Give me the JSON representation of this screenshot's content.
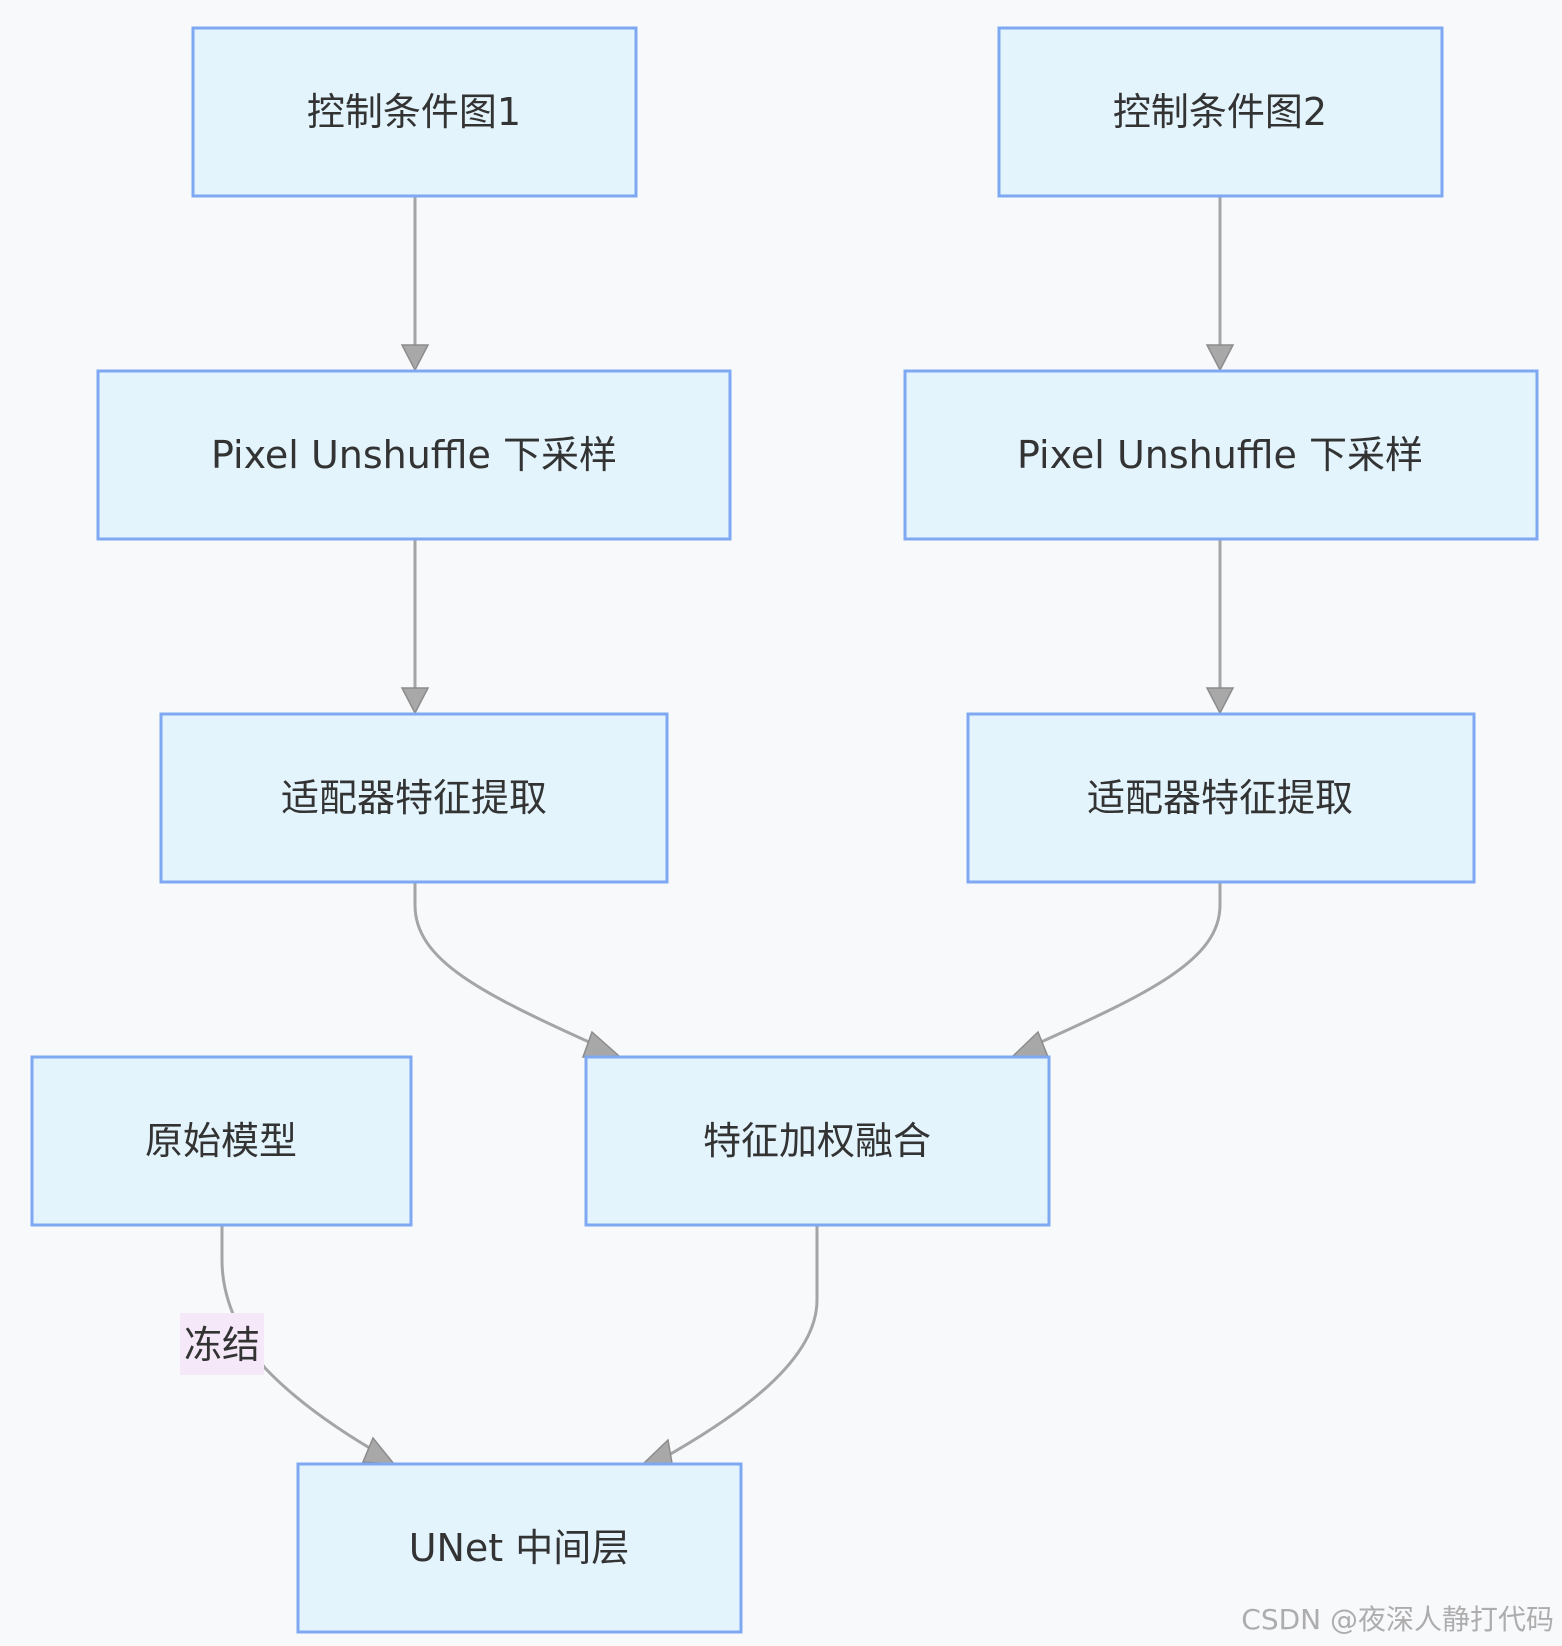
{
  "nodes": {
    "control1": "控制条件图1",
    "control2": "控制条件图2",
    "unshuffle1": "Pixel Unshuffle 下采样",
    "unshuffle2": "Pixel Unshuffle 下采样",
    "adapter1": "适配器特征提取",
    "adapter2": "适配器特征提取",
    "original": "原始模型",
    "fusion": "特征加权融合",
    "unet": "UNet 中间层"
  },
  "edge_labels": {
    "freeze": "冻结"
  },
  "edges": [
    {
      "from": "control1",
      "to": "unshuffle1"
    },
    {
      "from": "control2",
      "to": "unshuffle2"
    },
    {
      "from": "unshuffle1",
      "to": "adapter1"
    },
    {
      "from": "unshuffle2",
      "to": "adapter2"
    },
    {
      "from": "adapter1",
      "to": "fusion"
    },
    {
      "from": "adapter2",
      "to": "fusion"
    },
    {
      "from": "original",
      "to": "unet",
      "label": "冻结"
    },
    {
      "from": "fusion",
      "to": "unet"
    }
  ],
  "colors": {
    "node_fill": "#e3f4fd",
    "node_border": "#7ea9f2",
    "edge": "#a5a5a5",
    "label_bg": "#f4e8f9"
  },
  "watermark": "CSDN @夜深人静打代码"
}
